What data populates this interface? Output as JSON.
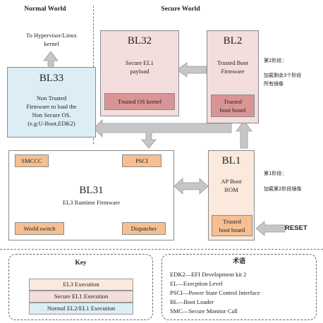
{
  "headers": {
    "normal_world": "Normal World",
    "secure_world": "Secure World"
  },
  "hypervisor_text": [
    "To Hypervisor/Linux",
    "kernel"
  ],
  "bl33": {
    "title": "BL33",
    "desc": [
      "Non Trusted",
      "Firmware to load the",
      "Non Secure OS."
    ],
    "desc_extra": "(e.g:U-Boot,EDK2)"
  },
  "bl32": {
    "title": "BL32",
    "desc": [
      "Secure EL1",
      "payload"
    ],
    "inner": "Trusted OS kernel"
  },
  "bl2": {
    "title": "BL2",
    "desc": [
      "Trusted Boot",
      "Firmware"
    ],
    "inner": [
      "Trusted",
      "boot board"
    ]
  },
  "bl2_note": [
    "第2阶段：",
    "加载剩余3个阶段",
    "所有镜像"
  ],
  "bl31": {
    "title": "BL31",
    "subtitle": "EL3 Runtime Firmware",
    "smccc": "SMCCC",
    "psci": "PSCI",
    "world_switch": "World switch",
    "dispatcher": "Dispatcher"
  },
  "bl1": {
    "title": "BL1",
    "desc": [
      "AP Boot",
      "ROM"
    ],
    "inner": [
      "Trusted",
      "boot board"
    ]
  },
  "bl1_note": [
    "第1阶段：",
    "加载第2阶段镜像"
  ],
  "reset": "RESET",
  "key": {
    "title": "Key",
    "rows": [
      "EL3 Execution",
      "Secure EL1 Execution",
      "Normal EL2/EL1 Execution"
    ]
  },
  "glossary": {
    "title": "术语",
    "items": [
      "EDK2—EFI Development kit 2",
      "EL—Execption Level",
      "PSCI—Power State Control Interface",
      "BL—Boot Loader",
      "SMC—Secure Monitor Call"
    ]
  },
  "colors": {
    "el3": "#fbe9dd",
    "secure": "#f3dddd",
    "normal": "#dcedf5",
    "inner_pink": "#d99595",
    "inner_orange": "#f5bf92",
    "arrow": "#c6c6c6"
  }
}
